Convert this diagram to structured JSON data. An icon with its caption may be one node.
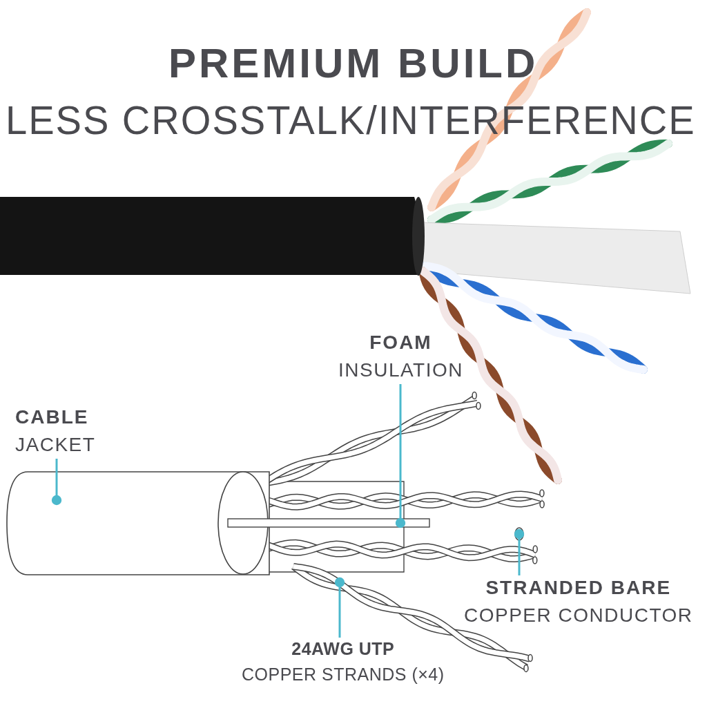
{
  "diagram": {
    "title": "PREMIUM BUILD",
    "nodes": [
      {
        "text": [
          "CABLE",
          "JACKET"
        ]
      },
      {
        "text": [
          "FOAM",
          "INSULATION"
        ]
      },
      {
        "text": [
          "STRANDED BARE",
          "COPPER CONDUCTOR"
        ]
      },
      {
        "text": [
          "24AWG UTP",
          "COPPER STRANDS (×4)"
        ]
      },
      {
        "text": [],
        "shape": "picture"
      },
      {
        "text": [],
        "shape": "box"
      },
      {
        "text": [],
        "shape": "picture"
      },
      {
        "text": [],
        "shape": "picture"
      }
    ],
    "edges": [
      {
        "from": 0,
        "to": 4,
        "arrow": "other"
      },
      {
        "from": 1,
        "to": 5,
        "arrow": "other"
      },
      {
        "from": 2,
        "to": 6,
        "arrow": "other"
      },
      {
        "from": 3,
        "to": 7,
        "arrow": "other"
      }
    ],
    "labels": [
      "LESS CROSSTALK/INTERFERENCE"
    ]
  }
}
